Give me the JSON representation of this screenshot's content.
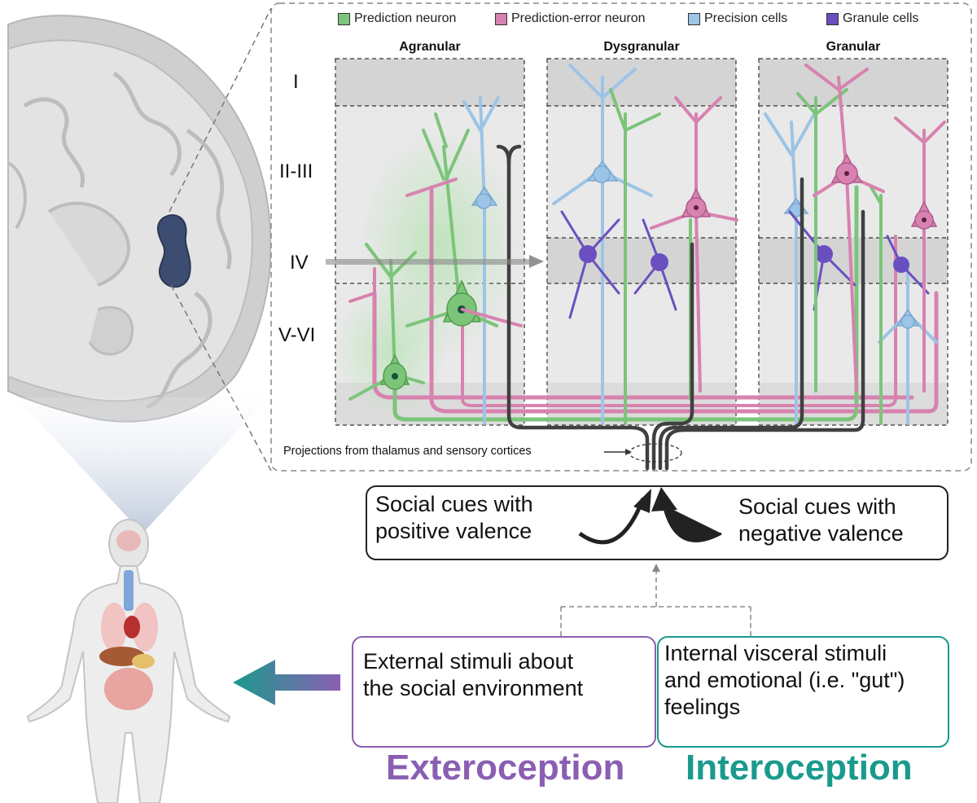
{
  "legend": [
    {
      "label": "Prediction neuron",
      "color": "#7cc47a"
    },
    {
      "label": "Prediction-error neuron",
      "color": "#d782b0"
    },
    {
      "label": "Precision cells",
      "color": "#9cc4e6"
    },
    {
      "label": "Granule cells",
      "color": "#6a4fc0"
    }
  ],
  "regions": [
    "Agranular",
    "Dysgranular",
    "Granular"
  ],
  "layers": [
    "I",
    "II-III",
    "IV",
    "V-VI"
  ],
  "projection_label": "Projections from thalamus and sensory cortices",
  "cues": {
    "positive_line1": "Social cues with",
    "positive_line2": "positive valence",
    "negative_line1": "Social cues with",
    "negative_line2": "negative valence"
  },
  "external": {
    "line1": "External stimuli about",
    "line2": "the social environment",
    "title": "Exteroception",
    "color": "#8a5fb3"
  },
  "internal": {
    "line1": "Internal visceral stimuli",
    "line2": "and emotional (i.e. \"gut\")",
    "line3": "feelings",
    "title": "Interoception",
    "color": "#1a9a8c"
  }
}
